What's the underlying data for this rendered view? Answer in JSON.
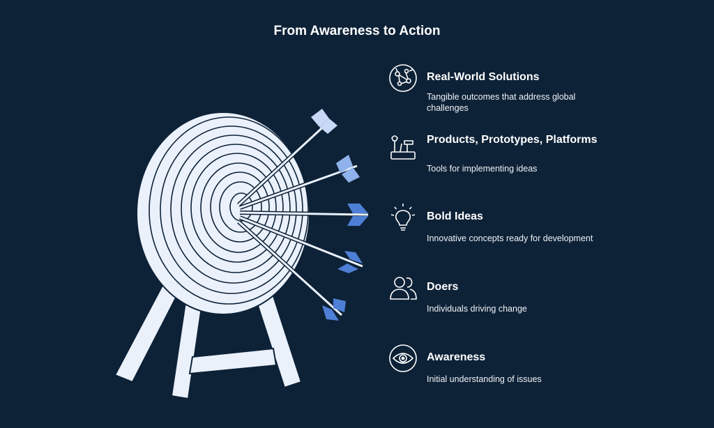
{
  "title": "From Awareness to Action",
  "colors": {
    "background": "#0e2237",
    "target": "#eaf1fb",
    "target_stroke": "#0e2237",
    "arrow_light": "#c7d9f7",
    "arrow_mid": "#8fb2ec",
    "arrow_dark": "#4d7fd6"
  },
  "items": [
    {
      "heading": "Real-World Solutions",
      "description": "Tangible outcomes that address global challenges",
      "icon": "network-globe-icon"
    },
    {
      "heading": "Products, Prototypes, Platforms",
      "description": "Tools for implementing ideas",
      "icon": "tools-icon"
    },
    {
      "heading": "Bold Ideas",
      "description": "Innovative concepts ready for development",
      "icon": "lightbulb-icon"
    },
    {
      "heading": "Doers",
      "description": "Individuals driving change",
      "icon": "people-icon"
    },
    {
      "heading": "Awareness",
      "description": "Initial understanding of issues",
      "icon": "eye-icon"
    }
  ]
}
